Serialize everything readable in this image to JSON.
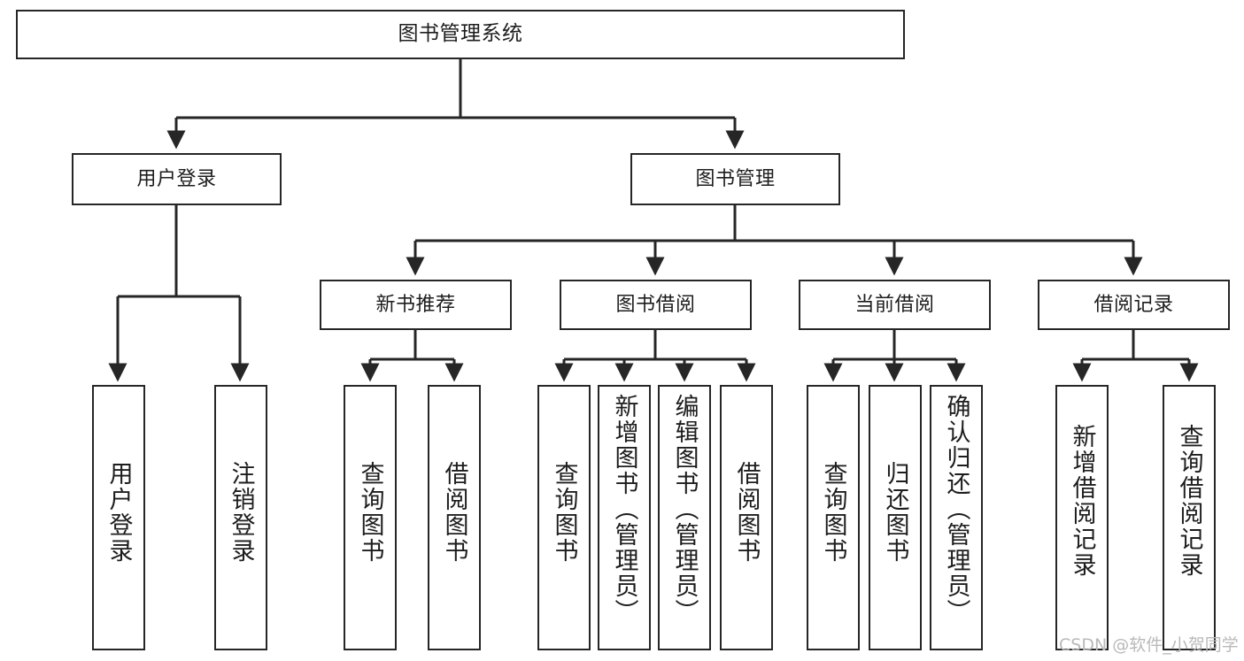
{
  "diagram": {
    "title": "图书管理系统",
    "type": "tree-hierarchy-functional-structure",
    "background_color": "#ffffff",
    "line_color": "#262626",
    "text_color": "#1d1d1d"
  },
  "nodes": {
    "root": {
      "label": "图书管理系统"
    },
    "tier2": [
      {
        "id": "user-login",
        "label": "用户登录"
      },
      {
        "id": "book-management",
        "label": "图书管理"
      }
    ],
    "tier3": [
      {
        "id": "new-book-recommend",
        "label": "新书推荐"
      },
      {
        "id": "book-borrow",
        "label": "图书借阅"
      },
      {
        "id": "current-borrow",
        "label": "当前借阅"
      },
      {
        "id": "borrow-record",
        "label": "借阅记录"
      }
    ],
    "leaves": {
      "user_login": [
        {
          "id": "leaf-user-login",
          "label": "用户登录"
        },
        {
          "id": "leaf-logout-login",
          "label": "注销登录"
        }
      ],
      "new_book_recommend": [
        {
          "id": "leaf-query-book-1",
          "label": "查询图书"
        },
        {
          "id": "leaf-borrow-book-1",
          "label": "借阅图书"
        }
      ],
      "book_borrow": [
        {
          "id": "leaf-query-book-2",
          "label": "查询图书"
        },
        {
          "id": "leaf-add-book",
          "label": "新增图书（管理员）"
        },
        {
          "id": "leaf-edit-book",
          "label": "编辑图书（管理员）"
        },
        {
          "id": "leaf-borrow-book-2",
          "label": "借阅图书"
        }
      ],
      "current_borrow": [
        {
          "id": "leaf-query-book-3",
          "label": "查询图书"
        },
        {
          "id": "leaf-return-book",
          "label": "归还图书"
        },
        {
          "id": "leaf-confirm-return",
          "label": "确认归还（管理员）"
        }
      ],
      "borrow_record": [
        {
          "id": "leaf-add-record",
          "label": "新增借阅记录"
        },
        {
          "id": "leaf-query-record",
          "label": "查询借阅记录"
        }
      ]
    }
  },
  "watermark": {
    "text": "CSDN @软件_小贺同学"
  }
}
